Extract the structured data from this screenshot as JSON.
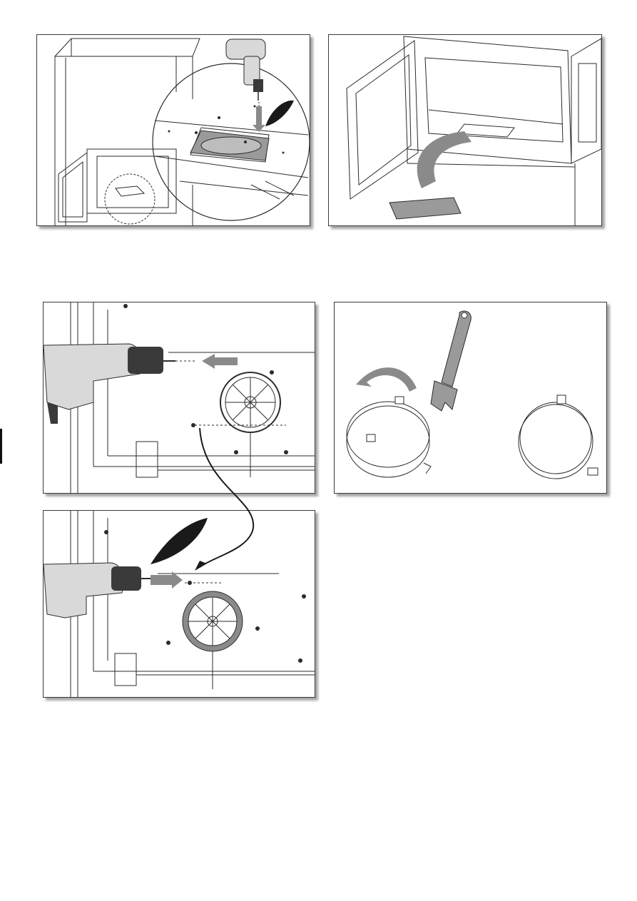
{
  "colors": {
    "line": "#2b2b2b",
    "arrow_gray": "#8a8a8a",
    "plate_gray": "#9a9a9a",
    "drill_body": "#d9d9d9",
    "drill_chuck": "#3a3a3a",
    "feather": "#1a1a1a"
  },
  "panels": [
    {
      "id": "step-1",
      "icons": [
        "drill-icon",
        "screw-icon",
        "feather-icon",
        "down-arrow-icon",
        "magnifier-circle"
      ]
    },
    {
      "id": "step-2",
      "icons": [
        "curved-arrow-icon",
        "cover-plate"
      ]
    },
    {
      "id": "step-3",
      "icons": [
        "drill-icon",
        "left-arrow-icon",
        "fan-wheel"
      ]
    },
    {
      "id": "step-4",
      "icons": [
        "wrench-icon",
        "curved-arrow-icon",
        "ring-bent",
        "ring-flat"
      ]
    },
    {
      "id": "step-5",
      "icons": [
        "drill-icon",
        "feather-icon",
        "right-arrow-icon",
        "fan-wheel-with-ring"
      ]
    }
  ]
}
